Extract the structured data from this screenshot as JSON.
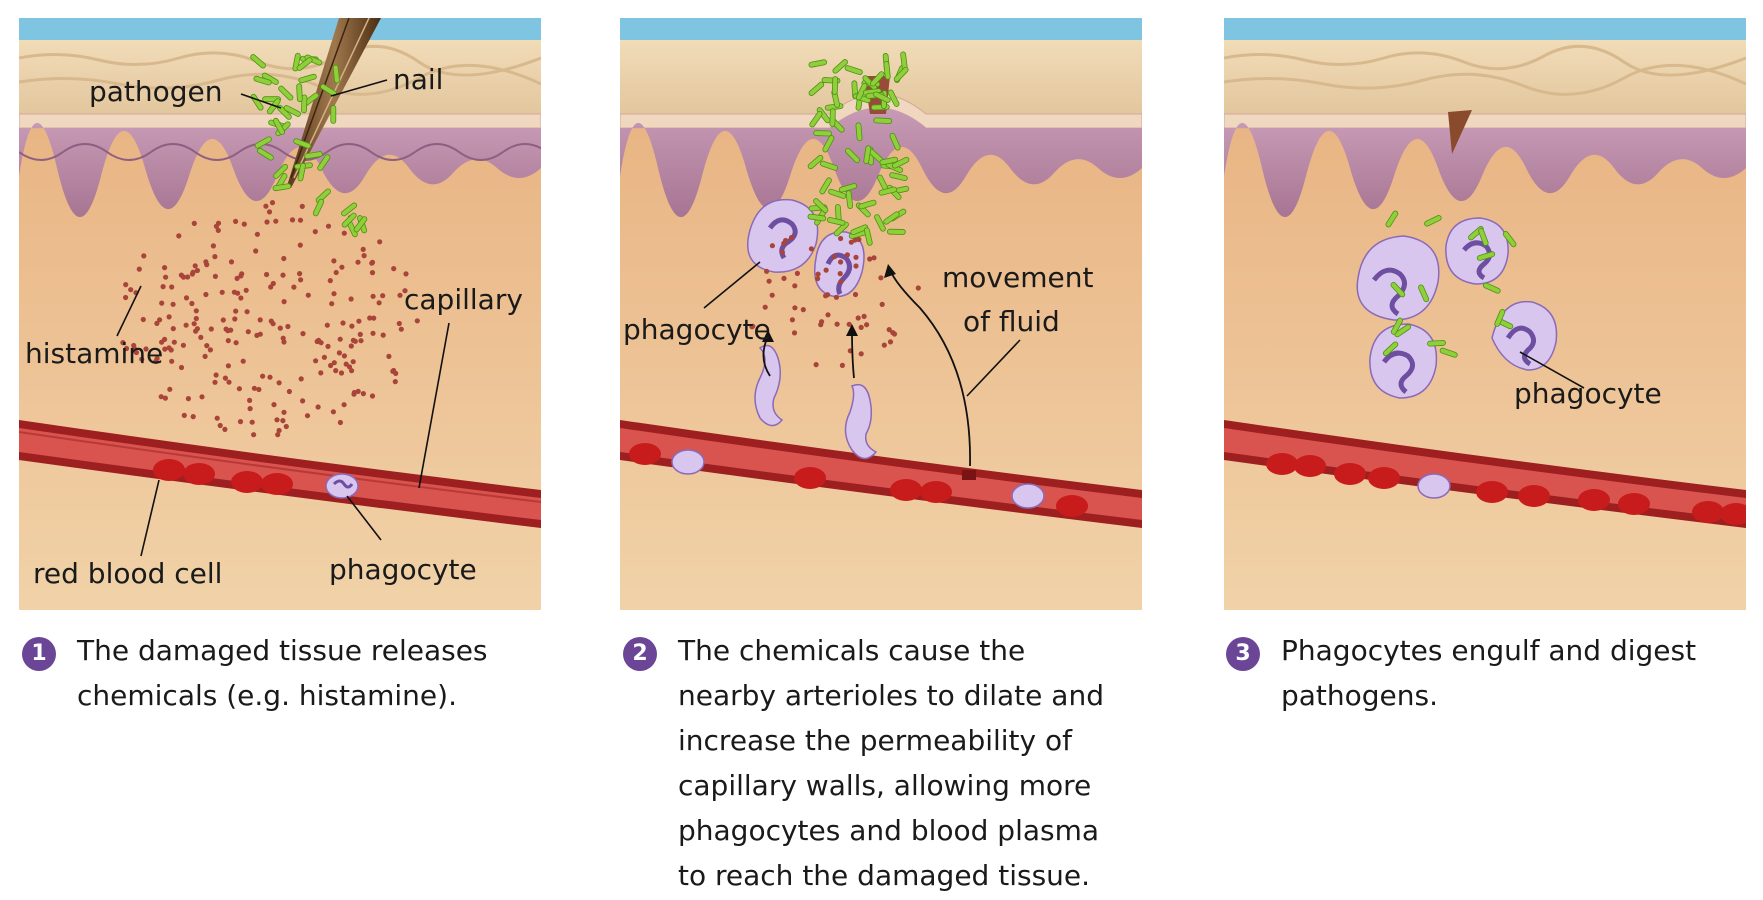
{
  "panels": [
    {
      "step": "1",
      "caption": "The damaged tissue releases\nchemicals (e.g. histamine).",
      "labels": {
        "pathogen": "pathogen",
        "nail": "nail",
        "capillary": "capillary",
        "histamine": "histamine",
        "red_blood_cell": "red blood cell",
        "phagocyte": "phagocyte"
      }
    },
    {
      "step": "2",
      "caption": "The chemicals cause the\nnearby arterioles to dilate and\nincrease the permeability of\ncapillary walls, allowing more\nphagocytes and blood plasma\nto reach the damaged tissue.",
      "labels": {
        "phagocyte": "phagocyte",
        "movement_line1": "movement",
        "movement_line2": "of fluid"
      }
    },
    {
      "step": "3",
      "caption": "Phagocytes engulf and digest\npathogens.",
      "labels": {
        "phagocyte": "phagocyte"
      }
    }
  ],
  "colors": {
    "step_badge": "#6b4596",
    "skin": "#e8cfa8",
    "dermis": "#b07fa0",
    "tissue": "#e9b785",
    "vessel": "#b52a2a",
    "red_blood_cell": "#c81b1b",
    "pathogen": "#8fd03a",
    "histamine_dot": "#a8443a",
    "phagocyte": "#cdb7e6"
  }
}
